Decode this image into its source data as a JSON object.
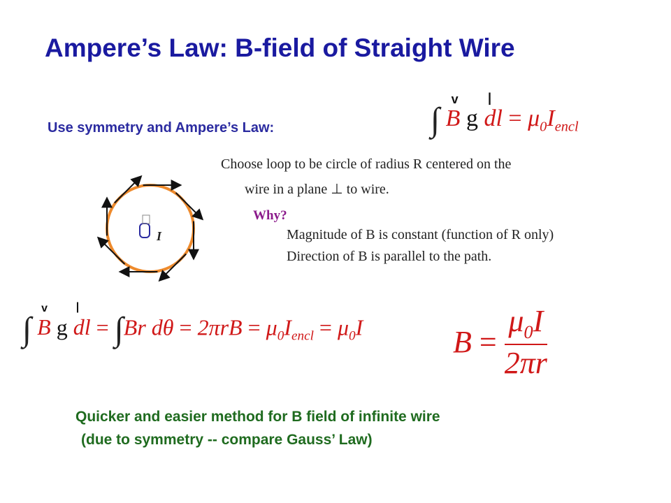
{
  "slide": {
    "title": "Ampere’s Law: B-field of  Straight Wire",
    "subtitle": "Use symmetry and Ampere’s Law:",
    "choose_line_1": "Choose loop to be circle of radius R centered on the",
    "choose_line_2": "wire in a plane ⊥ to wire.",
    "why_label": "Why?",
    "reason_1": "Magnitude of B is constant (function of R only)",
    "reason_2": "Direction of B is parallel to the path.",
    "conclusion_1": "Quicker and easier method for B field of infinite wire",
    "conclusion_2": "(due to symmetry -- compare Gauss’ Law)"
  },
  "diagram": {
    "current_label": "I",
    "loop_color": "#ee8a2c",
    "arrow_color": "#111111"
  },
  "equations": {
    "ampere": {
      "integral": "∫",
      "B": "B",
      "dot": "g",
      "dl": "dl",
      "equals": " = ",
      "mu": "μ",
      "mu_sub": "0",
      "I": "I",
      "I_sub": "encl"
    },
    "chain": {
      "integral": "∫",
      "B": "B",
      "dot": "g",
      "dl": "dl",
      "eq1": " = ",
      "integral2": "∫",
      "Br": "Br ",
      "dtheta": "dθ",
      "eq2": " = ",
      "two_pi_rB": "2πrB",
      "eq3": " = ",
      "mu1": "μ",
      "mu1_sub": "0",
      "I1": "I",
      "I1_sub": "encl",
      "eq4": " = ",
      "mu2": "μ",
      "mu2_sub": "0",
      "I2": "I"
    },
    "result": {
      "lhs": "B",
      "equals": " = ",
      "numerator_mu": "μ",
      "numerator_sub": "0",
      "numerator_I": "I",
      "denominator": "2πr"
    }
  },
  "colors": {
    "title": "#1a1aa0",
    "subtitle": "#2b2ba0",
    "why": "#8b1a8b",
    "conclusion": "#1f6b1f",
    "equation": "#d01818"
  }
}
